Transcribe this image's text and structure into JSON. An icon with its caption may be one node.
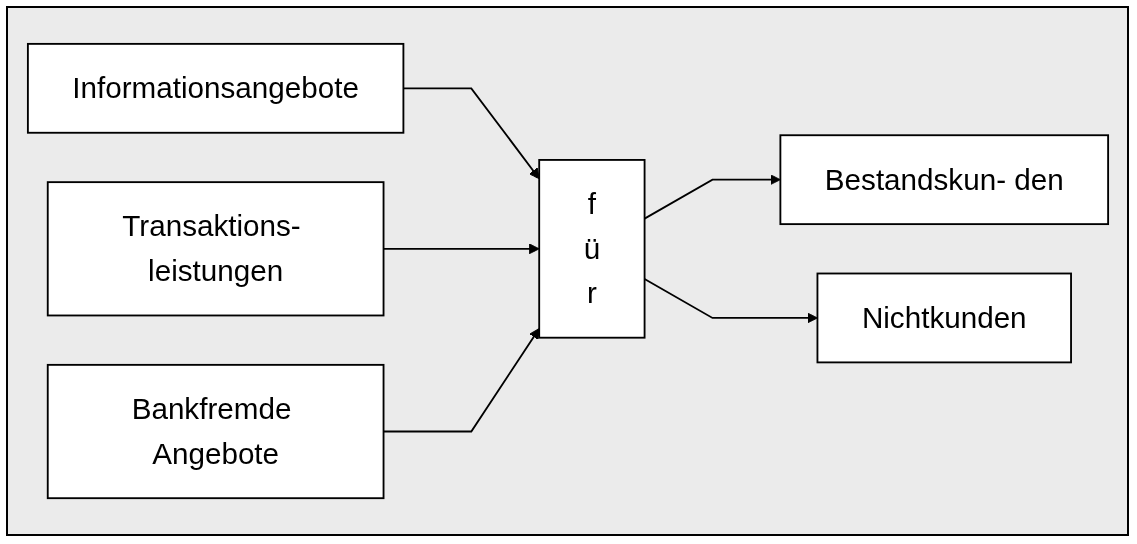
{
  "diagram": {
    "nodes": [
      {
        "text": [
          "Informationsangebote"
        ]
      },
      {
        "text": [
          "Transaktions- leistungen"
        ]
      },
      {
        "text": [
          "Bankfremde Angebote"
        ]
      },
      {
        "text": [
          "f ü r"
        ]
      },
      {
        "text": [
          "Bestandskun- den"
        ]
      },
      {
        "text": [
          "Nichtkunden"
        ]
      }
    ],
    "edges": [
      {
        "from": 0,
        "to": 3,
        "arrow": "to"
      },
      {
        "from": 1,
        "to": 3,
        "arrow": "to"
      },
      {
        "from": 2,
        "to": 3,
        "arrow": "to"
      },
      {
        "from": 3,
        "to": 4,
        "arrow": "to"
      },
      {
        "from": 3,
        "to": 5,
        "arrow": "to"
      }
    ]
  }
}
